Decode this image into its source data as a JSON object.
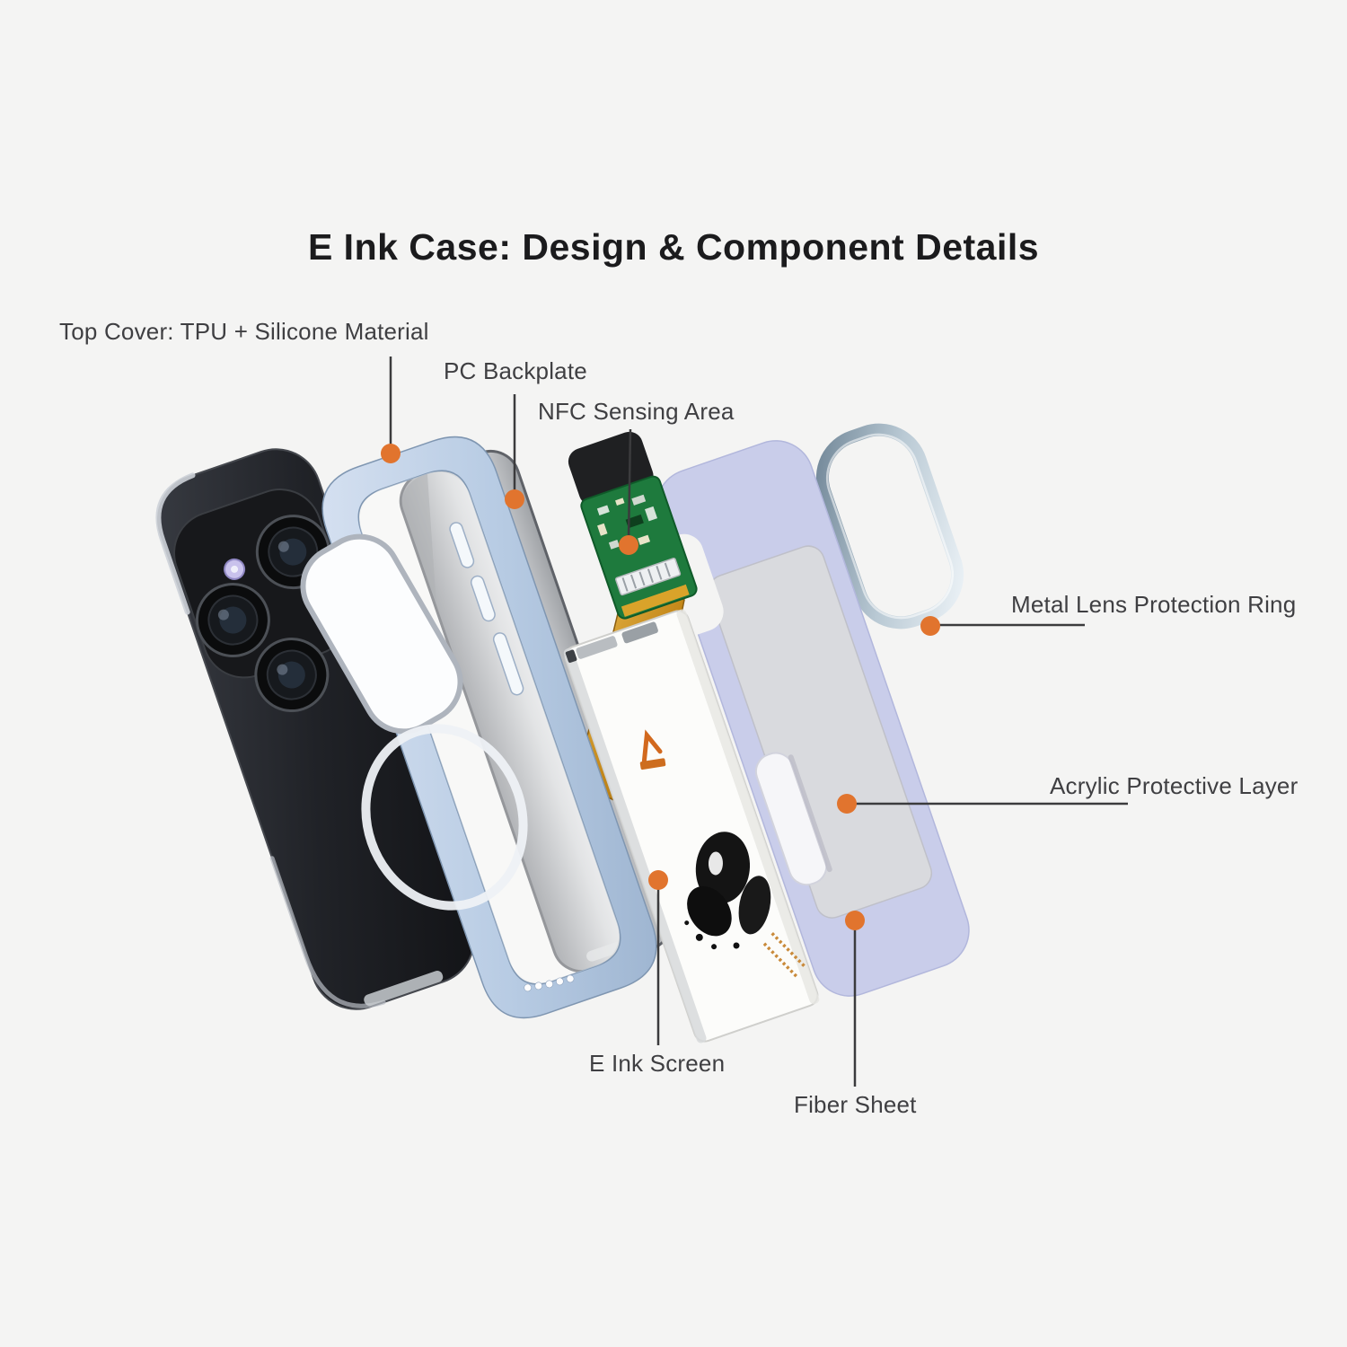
{
  "title": "E Ink Case: Design & Component Details",
  "annotations": [
    {
      "id": "top-cover",
      "label": "Top Cover: TPU + Silicone Material"
    },
    {
      "id": "pc-backplate",
      "label": "PC Backplate"
    },
    {
      "id": "nfc-sensing-area",
      "label": "NFC Sensing Area"
    },
    {
      "id": "metal-lens-ring",
      "label": "Metal Lens Protection Ring"
    },
    {
      "id": "acrylic-layer",
      "label": "Acrylic Protective Layer"
    },
    {
      "id": "e-ink-screen",
      "label": "E Ink Screen"
    },
    {
      "id": "fiber-sheet",
      "label": "Fiber Sheet"
    }
  ],
  "colors": {
    "background": "#f4f4f3",
    "title_text": "#1b1b1d",
    "label_text": "#3f3f42",
    "leader_line": "#3b3b3d",
    "marker_orange": "#e1742e",
    "phone_black": "#1d1f23",
    "case_blue": "#b7cbe3",
    "backplate_gray": "#c0c2c5",
    "pcb_green": "#1e7a3d",
    "flex_cable_gold": "#d79a27",
    "eink_white": "#fcfcfa",
    "fiber_lavender": "#c9cdea",
    "acrylic_gray": "#d9dade",
    "ring_steel": "#9db0bf"
  }
}
